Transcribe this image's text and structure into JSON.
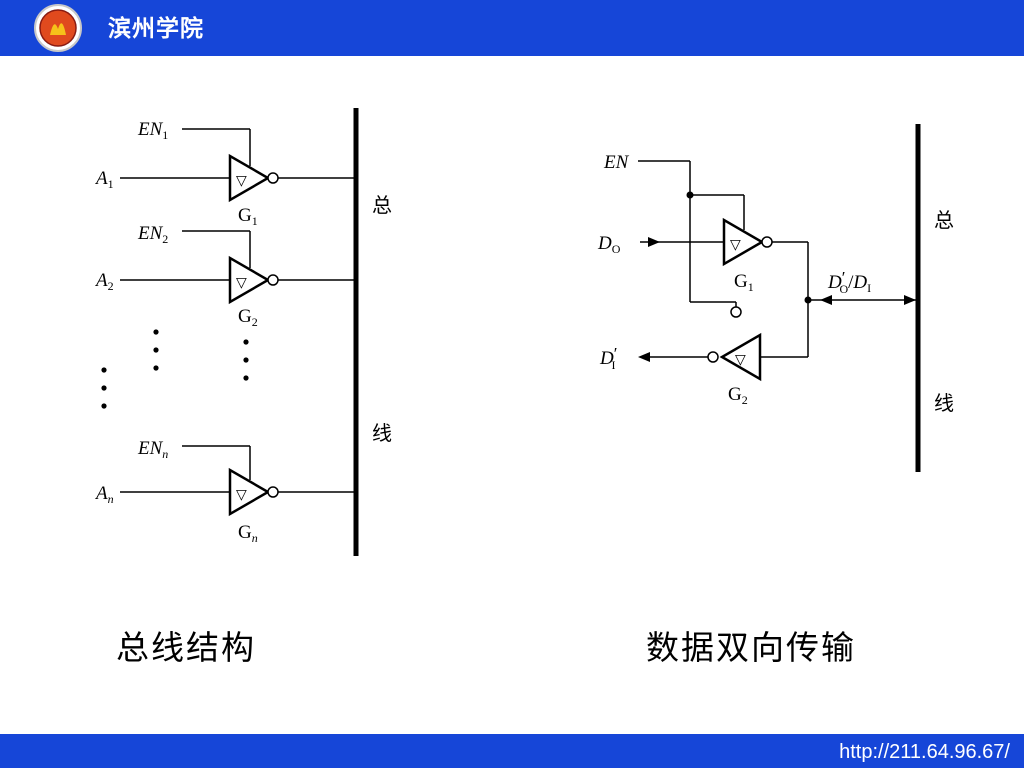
{
  "header": {
    "title": "滨州学院",
    "logo_color": "#e04a1e",
    "background_color": "#1646d8"
  },
  "footer": {
    "url": "http://211.64.96.67/"
  },
  "left_diagram": {
    "caption": "总线结构",
    "bus_label_top": "总",
    "bus_label_bottom": "线",
    "gates": [
      {
        "en": "EN",
        "en_sub": "1",
        "input": "A",
        "input_sub": "1",
        "gate": "G",
        "gate_sub": "1"
      },
      {
        "en": "EN",
        "en_sub": "2",
        "input": "A",
        "input_sub": "2",
        "gate": "G",
        "gate_sub": "2"
      },
      {
        "en": "EN",
        "en_sub": "n",
        "input": "A",
        "input_sub": "n",
        "gate": "G",
        "gate_sub": "n"
      }
    ],
    "buffer_symbol": "▽"
  },
  "right_diagram": {
    "caption": "数据双向传输",
    "bus_label_top": "总",
    "bus_label_bottom": "线",
    "en_label": "EN",
    "do_label": "D",
    "do_sub": "O",
    "di_prime_label": "D",
    "di_prime_sub": "I",
    "di_prime_mark": "′",
    "bus_signal_do": "D",
    "bus_signal_do_sub": "O",
    "bus_signal_do_mark": "′",
    "bus_signal_sep": "/",
    "bus_signal_di": "D",
    "bus_signal_di_sub": "I",
    "gate1": "G",
    "gate1_sub": "1",
    "gate2": "G",
    "gate2_sub": "2",
    "buffer_symbol": "▽"
  }
}
